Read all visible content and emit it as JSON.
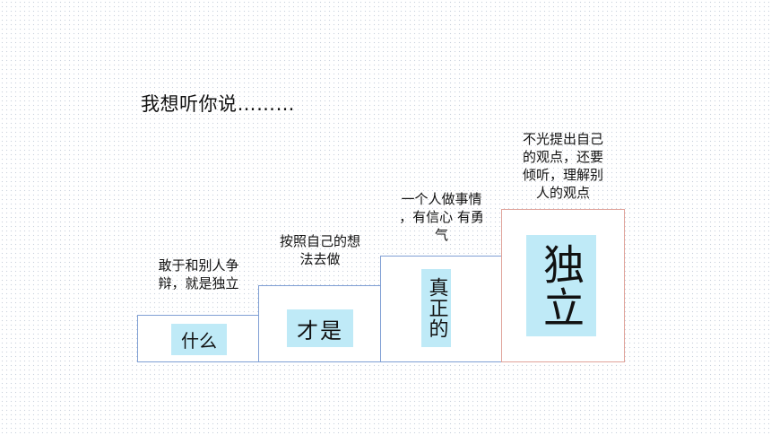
{
  "title": "我想听你说………",
  "steps": [
    {
      "caption": "敢于和别人争辩，就是独立",
      "caption_lines": [
        "敢于和别人争",
        "辩，就是独立"
      ],
      "label": "什么"
    },
    {
      "caption": "按照自己的想法去做",
      "caption_lines": [
        "按照自己的想",
        "法去做"
      ],
      "label": "才是"
    },
    {
      "caption": "一个人做事情，有信心 有勇气",
      "caption_lines": [
        "一个人做事情",
        "，有信心 有勇",
        "气"
      ],
      "label": "真正的"
    },
    {
      "caption": "不光提出自己的观点，还要倾听，理解别人的观点",
      "caption_lines": [
        "不光提出自己",
        "的观点，还要",
        "倾听，理解别",
        "人的观点"
      ],
      "label": "独立"
    }
  ],
  "colors": {
    "box_border": "#7f9fd4",
    "highlight_border": "#e0a39a",
    "tag_fill": "#bfeaf7"
  }
}
